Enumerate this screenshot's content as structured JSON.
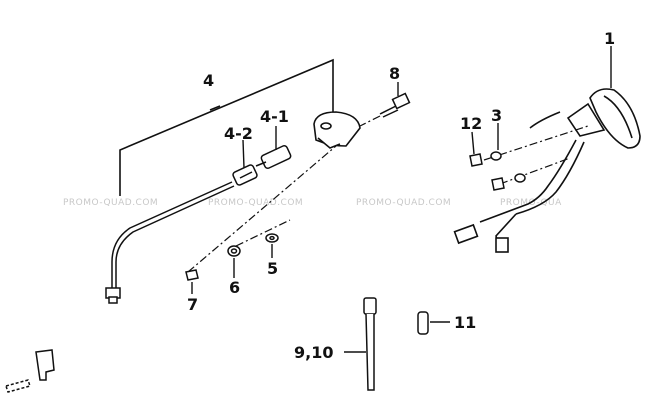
{
  "callouts": {
    "c1": "1",
    "c3": "3",
    "c4": "4",
    "c4_1": "4-1",
    "c4_2": "4-2",
    "c5": "5",
    "c6": "6",
    "c7": "7",
    "c8": "8",
    "c9_10": "9,10",
    "c11": "11",
    "c12": "12"
  },
  "watermark": {
    "text": "PROMO-QUAD.COM",
    "text_partial": "PROMO-QUA"
  },
  "colors": {
    "line": "#111111",
    "watermark": "#c8c8c8"
  }
}
